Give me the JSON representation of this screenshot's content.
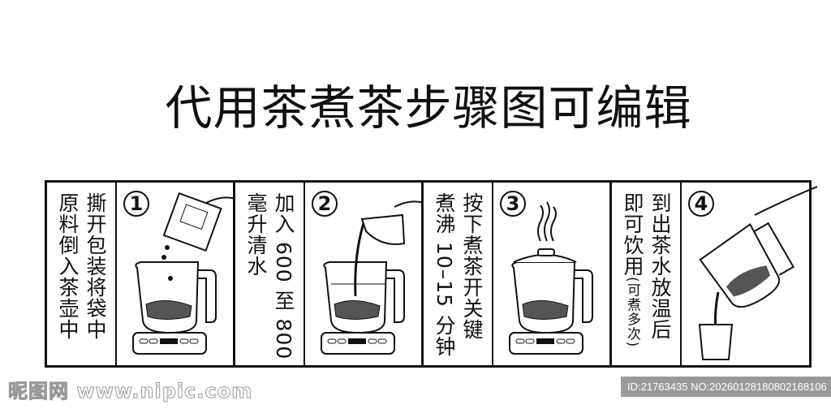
{
  "title": "代用茶煮茶步骤图可编辑",
  "steps": [
    {
      "number": "1",
      "line1": "撕开包装将袋中",
      "line2": "原料倒入茶壶中",
      "icon": "kettle-with-tea-bag-icon"
    },
    {
      "number": "2",
      "line1": "加入 600 至 800",
      "line2": "毫升清水",
      "icon": "kettle-pouring-water-icon"
    },
    {
      "number": "3",
      "line1": "按下煮茶开关键",
      "line2": "煮沸 10–15 分钟",
      "icon": "boiling-kettle-icon"
    },
    {
      "number": "4",
      "line1": "到出茶水放温后",
      "line2": "即可饮用",
      "note": "(可煮多次)",
      "icon": "pouring-tea-into-cup-icon"
    }
  ],
  "watermark": "昵图网 www.nipic.com",
  "image_id": "ID:21763435 NO:20260128180802168106"
}
